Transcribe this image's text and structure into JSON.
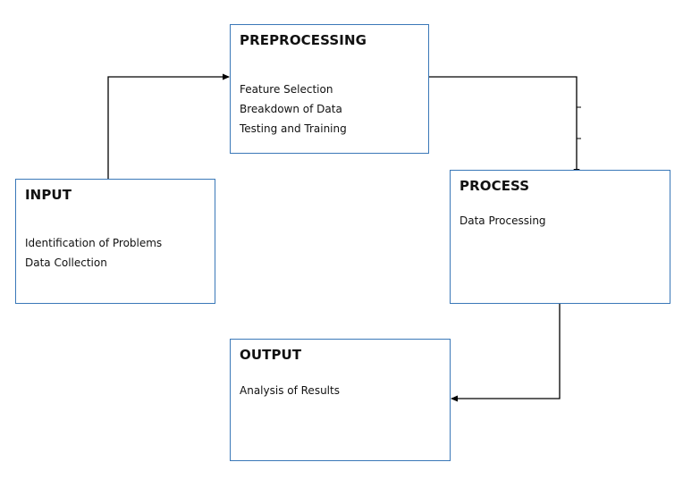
{
  "colors": {
    "box_border": "#3a78b8",
    "connector": "#000000"
  },
  "nodes": {
    "preprocessing": {
      "title": "PREPROCESSING",
      "items": [
        "Feature Selection",
        "Breakdown of Data",
        "Testing and Training"
      ]
    },
    "input": {
      "title": "INPUT",
      "items": [
        "Identification of Problems",
        "Data Collection"
      ]
    },
    "process": {
      "title": "PROCESS",
      "items": [
        "Data Processing"
      ]
    },
    "output": {
      "title": "OUTPUT",
      "items": [
        "Analysis of Results"
      ]
    }
  },
  "edges": [
    {
      "from": "input",
      "to": "preprocessing"
    },
    {
      "from": "preprocessing",
      "to": "process"
    },
    {
      "from": "process",
      "to": "output"
    }
  ]
}
